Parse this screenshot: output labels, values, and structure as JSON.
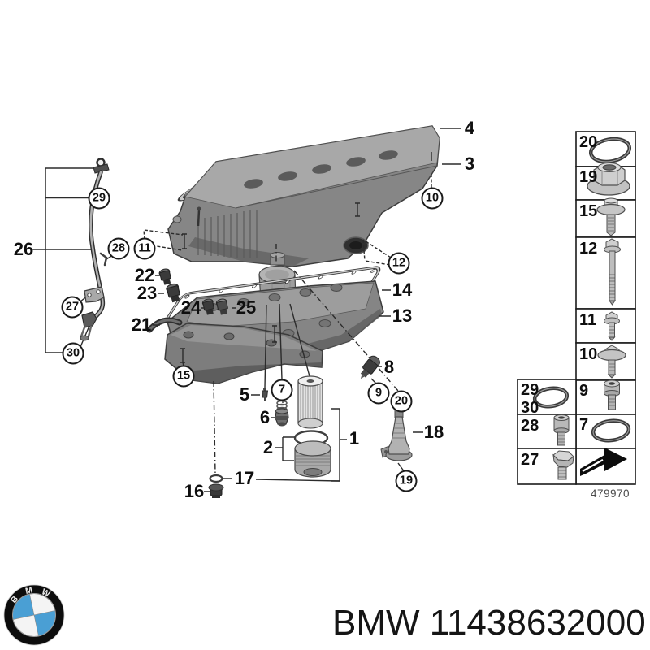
{
  "diagram": {
    "drawing_number": "479970",
    "plain_callouts": [
      "26",
      "4",
      "3",
      "14",
      "13",
      "22",
      "23",
      "24",
      "25",
      "21",
      "8",
      "5",
      "6",
      "2",
      "1",
      "17",
      "16",
      "18"
    ],
    "circled_callouts": [
      "29",
      "28",
      "27",
      "30",
      "11",
      "10",
      "12",
      "15",
      "7",
      "9",
      "20",
      "19"
    ],
    "legend": {
      "column_labels": [
        "20",
        "19",
        "15",
        "12",
        "11",
        "10"
      ],
      "left_labels": [
        "29",
        "30",
        "28",
        "27"
      ],
      "right_labels": [
        "9",
        "7"
      ]
    }
  },
  "footer": {
    "logo_letters": [
      "B",
      "M",
      "W"
    ],
    "part_line": "BMW 11438632000",
    "colors": {
      "roundel_blue": "#4a9fd4",
      "roundel_ring": "#0d0d0d"
    }
  }
}
